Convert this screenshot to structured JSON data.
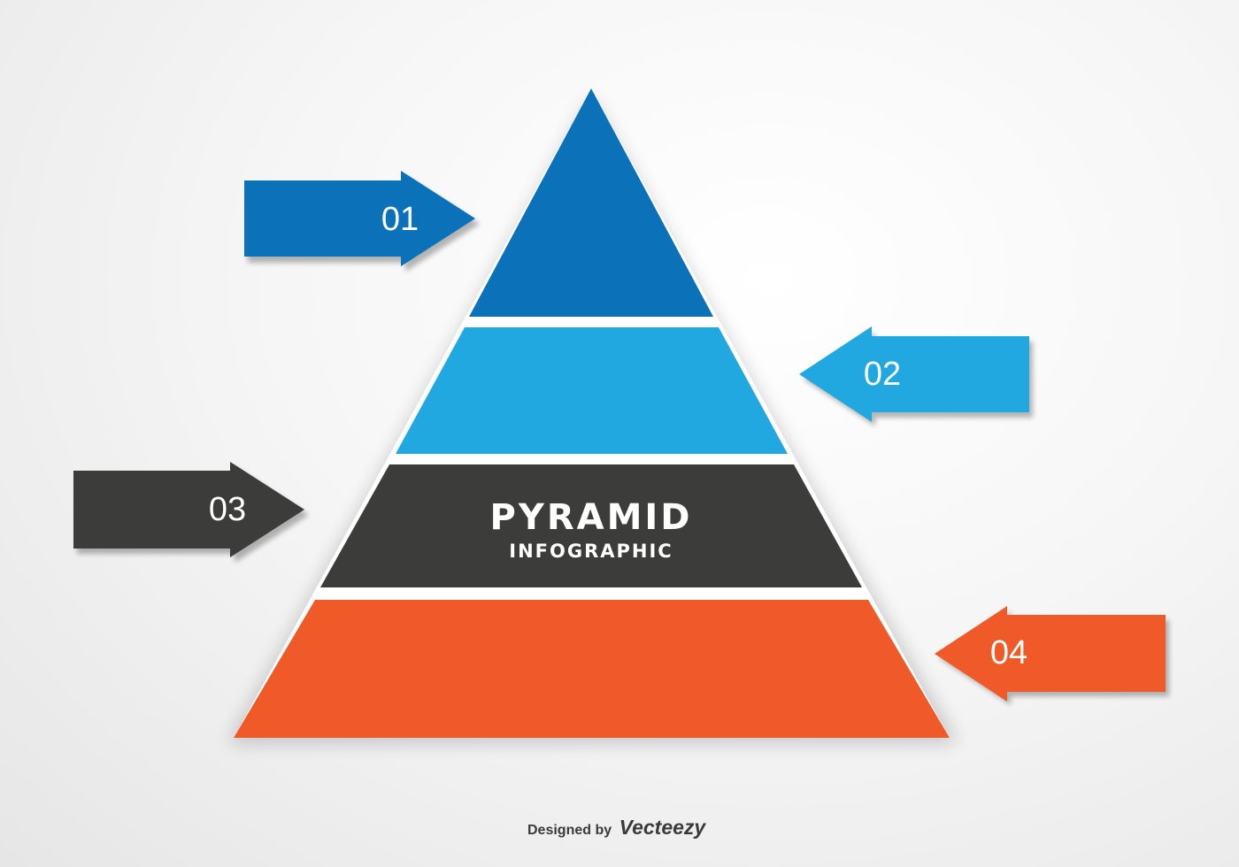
{
  "colors": {
    "tier1": "#0b72b9",
    "tier2": "#21a8e0",
    "tier3": "#3c3d3a",
    "tier4": "#f05a28",
    "gap": "#ffffff"
  },
  "title": {
    "main": "PYRAMID",
    "sub": "INFOGRAPHIC"
  },
  "tiers": [
    {
      "label": "01",
      "color": "#0b72b9"
    },
    {
      "label": "02",
      "color": "#21a8e0"
    },
    {
      "label": "03",
      "color": "#3c3d3a"
    },
    {
      "label": "04",
      "color": "#f05a28"
    }
  ],
  "credit": {
    "prefix": "Designed by",
    "brand": "Vecteezy"
  }
}
